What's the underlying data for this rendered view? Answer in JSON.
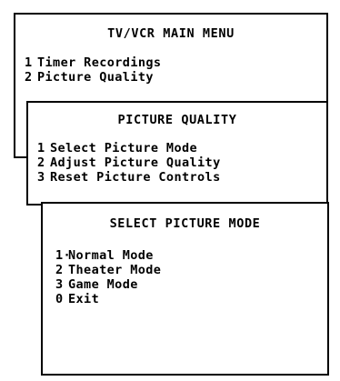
{
  "main_menu": {
    "title": "TV/VCR MAIN MENU",
    "items": [
      {
        "number": "1",
        "label": "Timer Recordings"
      },
      {
        "number": "2",
        "label": "Picture Quality"
      }
    ]
  },
  "picture_quality_menu": {
    "title": "PICTURE QUALITY",
    "items": [
      {
        "number": "1",
        "label": "Select Picture Mode"
      },
      {
        "number": "2",
        "label": "Adjust Picture Quality"
      },
      {
        "number": "3",
        "label": "Reset Picture Controls"
      }
    ]
  },
  "select_picture_mode_menu": {
    "title": "SELECT PICTURE MODE",
    "items": [
      {
        "number": "1·",
        "label": "Normal Mode"
      },
      {
        "number": "2",
        "label": "Theater Mode"
      },
      {
        "number": "3",
        "label": "Game Mode"
      },
      {
        "number": "0",
        "label": "Exit"
      }
    ]
  }
}
